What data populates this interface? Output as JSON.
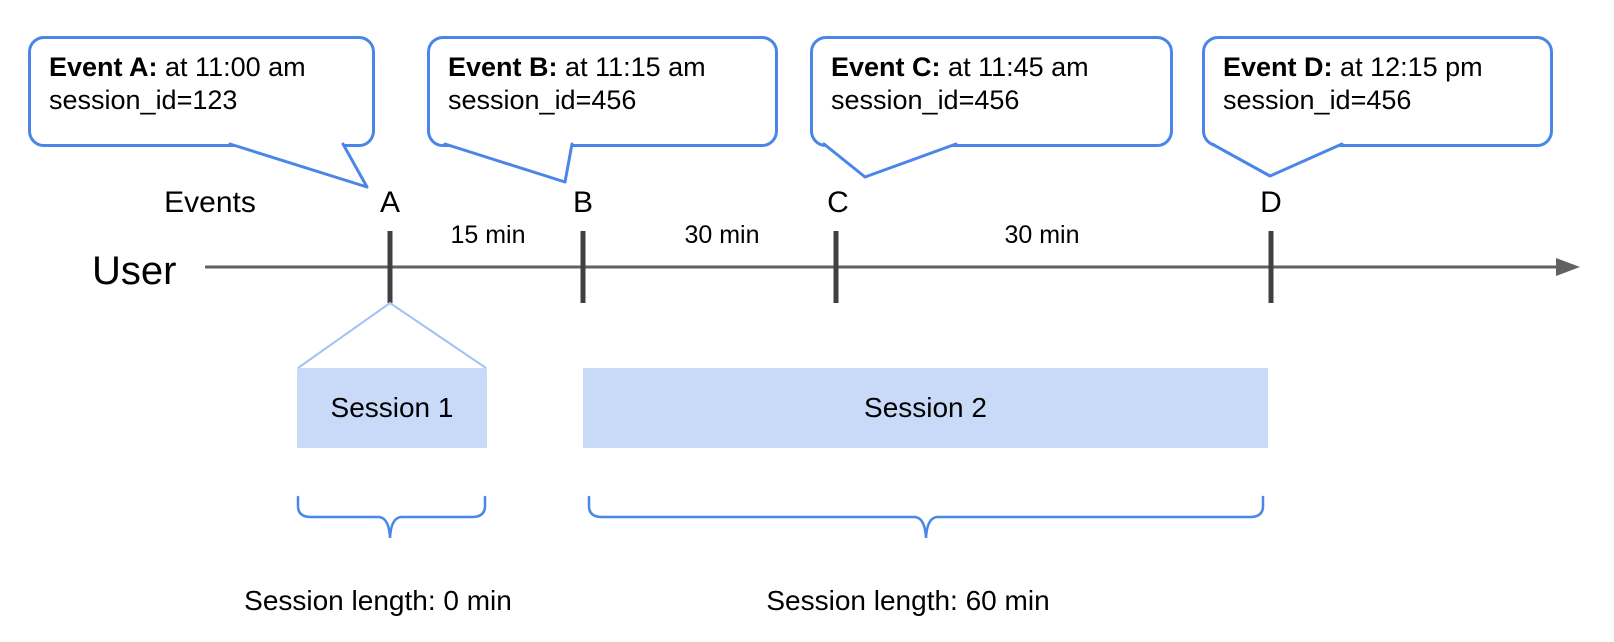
{
  "events": [
    {
      "label": "A",
      "callout_bold": "Event A:",
      "callout_time": "at 11:00 am",
      "callout_session": "session_id=123"
    },
    {
      "label": "B",
      "callout_bold": "Event B:",
      "callout_time": "at 11:15 am",
      "callout_session": "session_id=456"
    },
    {
      "label": "C",
      "callout_bold": "Event C:",
      "callout_time": "at 11:45 am",
      "callout_session": "session_id=456"
    },
    {
      "label": "D",
      "callout_bold": "Event D:",
      "callout_time": "at 12:15 pm",
      "callout_session": "session_id=456"
    }
  ],
  "timeline": {
    "row_label": "Events",
    "axis_label": "User",
    "intervals": [
      "15 min",
      "30 min",
      "30 min"
    ]
  },
  "sessions": [
    {
      "name": "Session 1",
      "length": "Session length: 0 min"
    },
    {
      "name": "Session 2",
      "length": "Session length: 60 min"
    }
  ],
  "colors": {
    "accent_blue": "#4a86e8",
    "session_fill": "#c9daf8",
    "funnel_stroke": "#a4c2f4",
    "axis_gray": "#616161",
    "tick_gray": "#404040",
    "text_color": "#000000"
  }
}
